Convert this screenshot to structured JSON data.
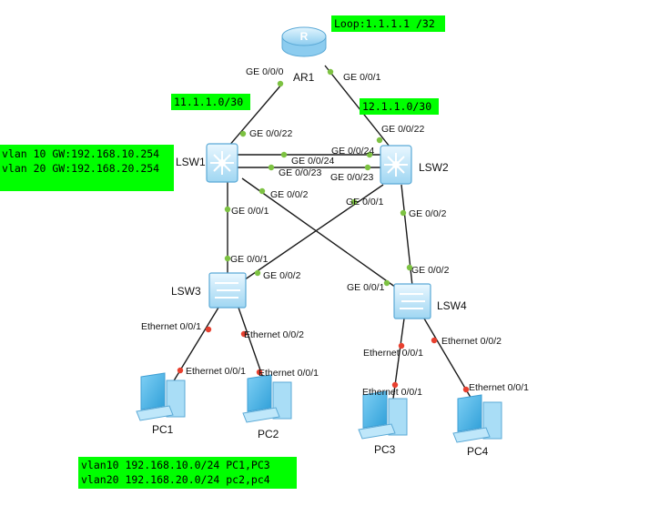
{
  "devices": {
    "ar1": "AR1",
    "lsw1": "LSW1",
    "lsw2": "LSW2",
    "lsw3": "LSW3",
    "lsw4": "LSW4",
    "pc1": "PC1",
    "pc2": "PC2",
    "pc3": "PC3",
    "pc4": "PC4",
    "router_glyph": "R"
  },
  "notes": {
    "loopback": "Loop:1.1.1.1 /32",
    "net_left": "11.1.1.0/30",
    "net_right": "12.1.1.0/30",
    "gw_vlan10": "vlan 10 GW:192.168.10.254",
    "gw_vlan20": "vlan 20 GW:192.168.20.254",
    "vlan10_hosts": "vlan10 192.168.10.0/24 PC1,PC3",
    "vlan20_hosts": "vlan20 192.168.20.0/24 pc2,pc4"
  },
  "ports": {
    "ar1_ge000": "GE 0/0/0",
    "ar1_ge001": "GE 0/0/1",
    "lsw1_ge0022": "GE 0/0/22",
    "lsw1_ge0024": "GE 0/0/24",
    "lsw1_ge0023": "GE 0/0/23",
    "lsw1_ge002": "GE 0/0/2",
    "lsw1_ge001": "GE 0/0/1",
    "lsw2_ge0022": "GE 0/0/22",
    "lsw2_ge0024": "GE 0/0/24",
    "lsw2_ge0023": "GE 0/0/23",
    "lsw2_ge001": "GE 0/0/1",
    "lsw2_ge002": "GE 0/0/2",
    "lsw3_ge001": "GE 0/0/1",
    "lsw3_ge002": "GE 0/0/2",
    "lsw3_eth001": "Ethernet 0/0/1",
    "lsw3_eth002": "Ethernet 0/0/2",
    "lsw4_ge001": "GE 0/0/1",
    "lsw4_ge002": "GE 0/0/2",
    "lsw4_eth001": "Ethernet 0/0/1",
    "lsw4_eth002": "Ethernet 0/0/2",
    "pc1_eth": "Ethernet 0/0/1",
    "pc2_eth": "Ethernet 0/0/1",
    "pc3_eth": "Ethernet 0/0/1",
    "pc4_eth": "Ethernet 0/0/1"
  },
  "colors": {
    "note_bg": "#00ff00",
    "link": "#1a1a1a",
    "port_up": "#7dc242",
    "port_down": "#e8402f",
    "device_fill": "#bfe7fa",
    "device_stroke": "#5aa9d6"
  }
}
